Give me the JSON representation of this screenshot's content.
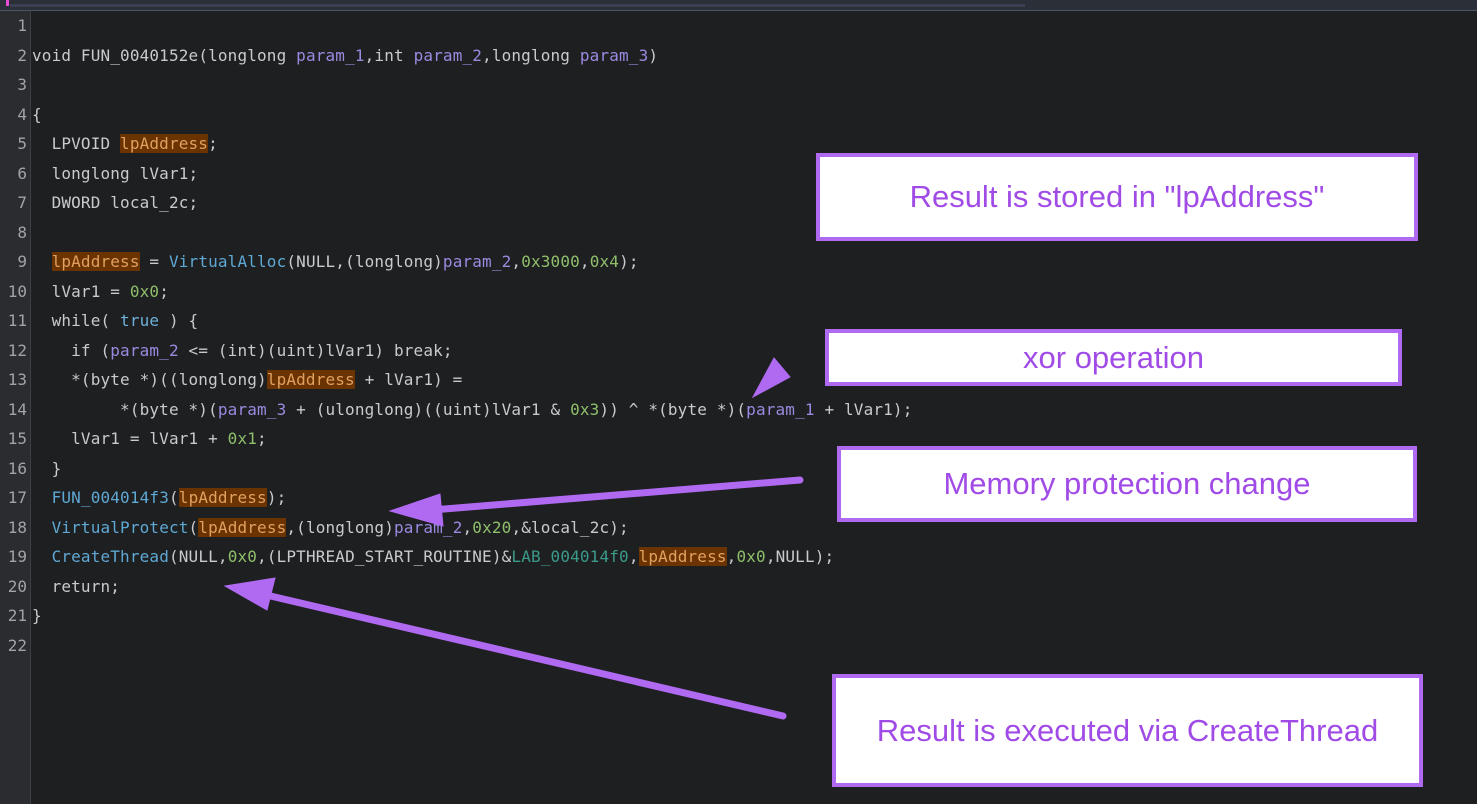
{
  "editor": {
    "lines": [
      {
        "n": "1",
        "tokens": []
      },
      {
        "n": "2",
        "tokens": [
          {
            "t": "void ",
            "c": ""
          },
          {
            "t": "FUN_0040152e",
            "c": ""
          },
          {
            "t": "(longlong ",
            "c": ""
          },
          {
            "t": "param_1",
            "c": "pm"
          },
          {
            "t": ",int ",
            "c": ""
          },
          {
            "t": "param_2",
            "c": "pm"
          },
          {
            "t": ",longlong ",
            "c": ""
          },
          {
            "t": "param_3",
            "c": "pm"
          },
          {
            "t": ")",
            "c": ""
          }
        ]
      },
      {
        "n": "3",
        "tokens": []
      },
      {
        "n": "4",
        "tokens": [
          {
            "t": "{",
            "c": ""
          }
        ]
      },
      {
        "n": "5",
        "tokens": [
          {
            "t": "  LPVOID ",
            "c": ""
          },
          {
            "t": "lpAddress",
            "c": "hl"
          },
          {
            "t": ";",
            "c": ""
          }
        ]
      },
      {
        "n": "6",
        "tokens": [
          {
            "t": "  longlong lVar1;",
            "c": ""
          }
        ]
      },
      {
        "n": "7",
        "tokens": [
          {
            "t": "  DWORD local_2c;",
            "c": ""
          }
        ]
      },
      {
        "n": "8",
        "tokens": []
      },
      {
        "n": "9",
        "tokens": [
          {
            "t": "  ",
            "c": ""
          },
          {
            "t": "lpAddress",
            "c": "hl"
          },
          {
            "t": " = ",
            "c": ""
          },
          {
            "t": "VirtualAlloc",
            "c": "fn"
          },
          {
            "t": "(NULL,(longlong)",
            "c": ""
          },
          {
            "t": "param_2",
            "c": "pm"
          },
          {
            "t": ",",
            "c": ""
          },
          {
            "t": "0x3000",
            "c": "num"
          },
          {
            "t": ",",
            "c": ""
          },
          {
            "t": "0x4",
            "c": "num"
          },
          {
            "t": ");",
            "c": ""
          }
        ]
      },
      {
        "n": "10",
        "tokens": [
          {
            "t": "  lVar1 = ",
            "c": ""
          },
          {
            "t": "0x0",
            "c": "num"
          },
          {
            "t": ";",
            "c": ""
          }
        ]
      },
      {
        "n": "11",
        "tokens": [
          {
            "t": "  while( ",
            "c": ""
          },
          {
            "t": "true",
            "c": "kw"
          },
          {
            "t": " ) {",
            "c": ""
          }
        ]
      },
      {
        "n": "12",
        "tokens": [
          {
            "t": "    if (",
            "c": ""
          },
          {
            "t": "param_2",
            "c": "pm"
          },
          {
            "t": " <= (int)(uint)lVar1) break;",
            "c": ""
          }
        ]
      },
      {
        "n": "13",
        "tokens": [
          {
            "t": "    *(byte *)((longlong)",
            "c": ""
          },
          {
            "t": "lpAddress",
            "c": "hl"
          },
          {
            "t": " + lVar1) =",
            "c": ""
          }
        ]
      },
      {
        "n": "14",
        "tokens": [
          {
            "t": "         *(byte *)(",
            "c": ""
          },
          {
            "t": "param_3",
            "c": "pm"
          },
          {
            "t": " + (ulonglong)((uint)lVar1 & ",
            "c": ""
          },
          {
            "t": "0x3",
            "c": "num"
          },
          {
            "t": ")) ^ *(byte *)(",
            "c": ""
          },
          {
            "t": "param_1",
            "c": "pm"
          },
          {
            "t": " + lVar1);",
            "c": ""
          }
        ]
      },
      {
        "n": "15",
        "tokens": [
          {
            "t": "    lVar1 = lVar1 + ",
            "c": ""
          },
          {
            "t": "0x1",
            "c": "num"
          },
          {
            "t": ";",
            "c": ""
          }
        ]
      },
      {
        "n": "16",
        "tokens": [
          {
            "t": "  }",
            "c": ""
          }
        ]
      },
      {
        "n": "17",
        "tokens": [
          {
            "t": "  ",
            "c": ""
          },
          {
            "t": "FUN_004014f3",
            "c": "fn"
          },
          {
            "t": "(",
            "c": ""
          },
          {
            "t": "lpAddress",
            "c": "hl"
          },
          {
            "t": ");",
            "c": ""
          }
        ]
      },
      {
        "n": "18",
        "tokens": [
          {
            "t": "  ",
            "c": ""
          },
          {
            "t": "VirtualProtect",
            "c": "fn"
          },
          {
            "t": "(",
            "c": ""
          },
          {
            "t": "lpAddress",
            "c": "hl"
          },
          {
            "t": ",(longlong)",
            "c": ""
          },
          {
            "t": "param_2",
            "c": "pm"
          },
          {
            "t": ",",
            "c": ""
          },
          {
            "t": "0x20",
            "c": "num"
          },
          {
            "t": ",&local_2c);",
            "c": ""
          }
        ]
      },
      {
        "n": "19",
        "tokens": [
          {
            "t": "  ",
            "c": ""
          },
          {
            "t": "CreateThread",
            "c": "fn"
          },
          {
            "t": "(NULL,",
            "c": ""
          },
          {
            "t": "0x0",
            "c": "num"
          },
          {
            "t": ",(LPTHREAD_START_ROUTINE)&",
            "c": ""
          },
          {
            "t": "LAB_004014f0",
            "c": "lab"
          },
          {
            "t": ",",
            "c": ""
          },
          {
            "t": "lpAddress",
            "c": "hl"
          },
          {
            "t": ",",
            "c": ""
          },
          {
            "t": "0x0",
            "c": "num"
          },
          {
            "t": ",NULL);",
            "c": ""
          }
        ]
      },
      {
        "n": "20",
        "tokens": [
          {
            "t": "  return;",
            "c": ""
          }
        ]
      },
      {
        "n": "21",
        "tokens": [
          {
            "t": "}",
            "c": ""
          }
        ]
      },
      {
        "n": "22",
        "tokens": []
      }
    ]
  },
  "annotations": {
    "result_stored": "Result is stored in \"lpAddress\"",
    "xor": "xor operation",
    "memory_protection": "Memory protection change",
    "create_thread": "Result is executed via CreateThread"
  },
  "colors": {
    "annotation_border": "#b06af2",
    "annotation_text": "#a14be6",
    "highlight_bg": "#6b3300",
    "background": "#1d1f21"
  }
}
